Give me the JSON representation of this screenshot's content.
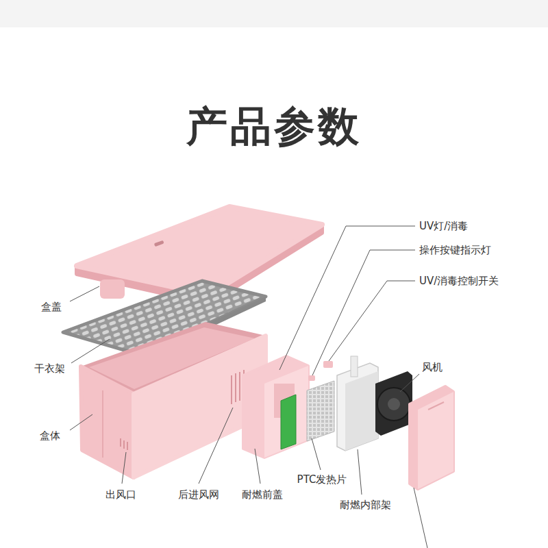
{
  "diagram": {
    "title": "产品参数",
    "labels": [
      "UV灯/消毒",
      "操作按键指示灯",
      "UV/消毒控制开关",
      "风机",
      "盒盖",
      "干衣架",
      "盒体",
      "出风口",
      "后进风网",
      "耐燃前盖",
      "PTC发热片",
      "耐燃内部架"
    ]
  }
}
